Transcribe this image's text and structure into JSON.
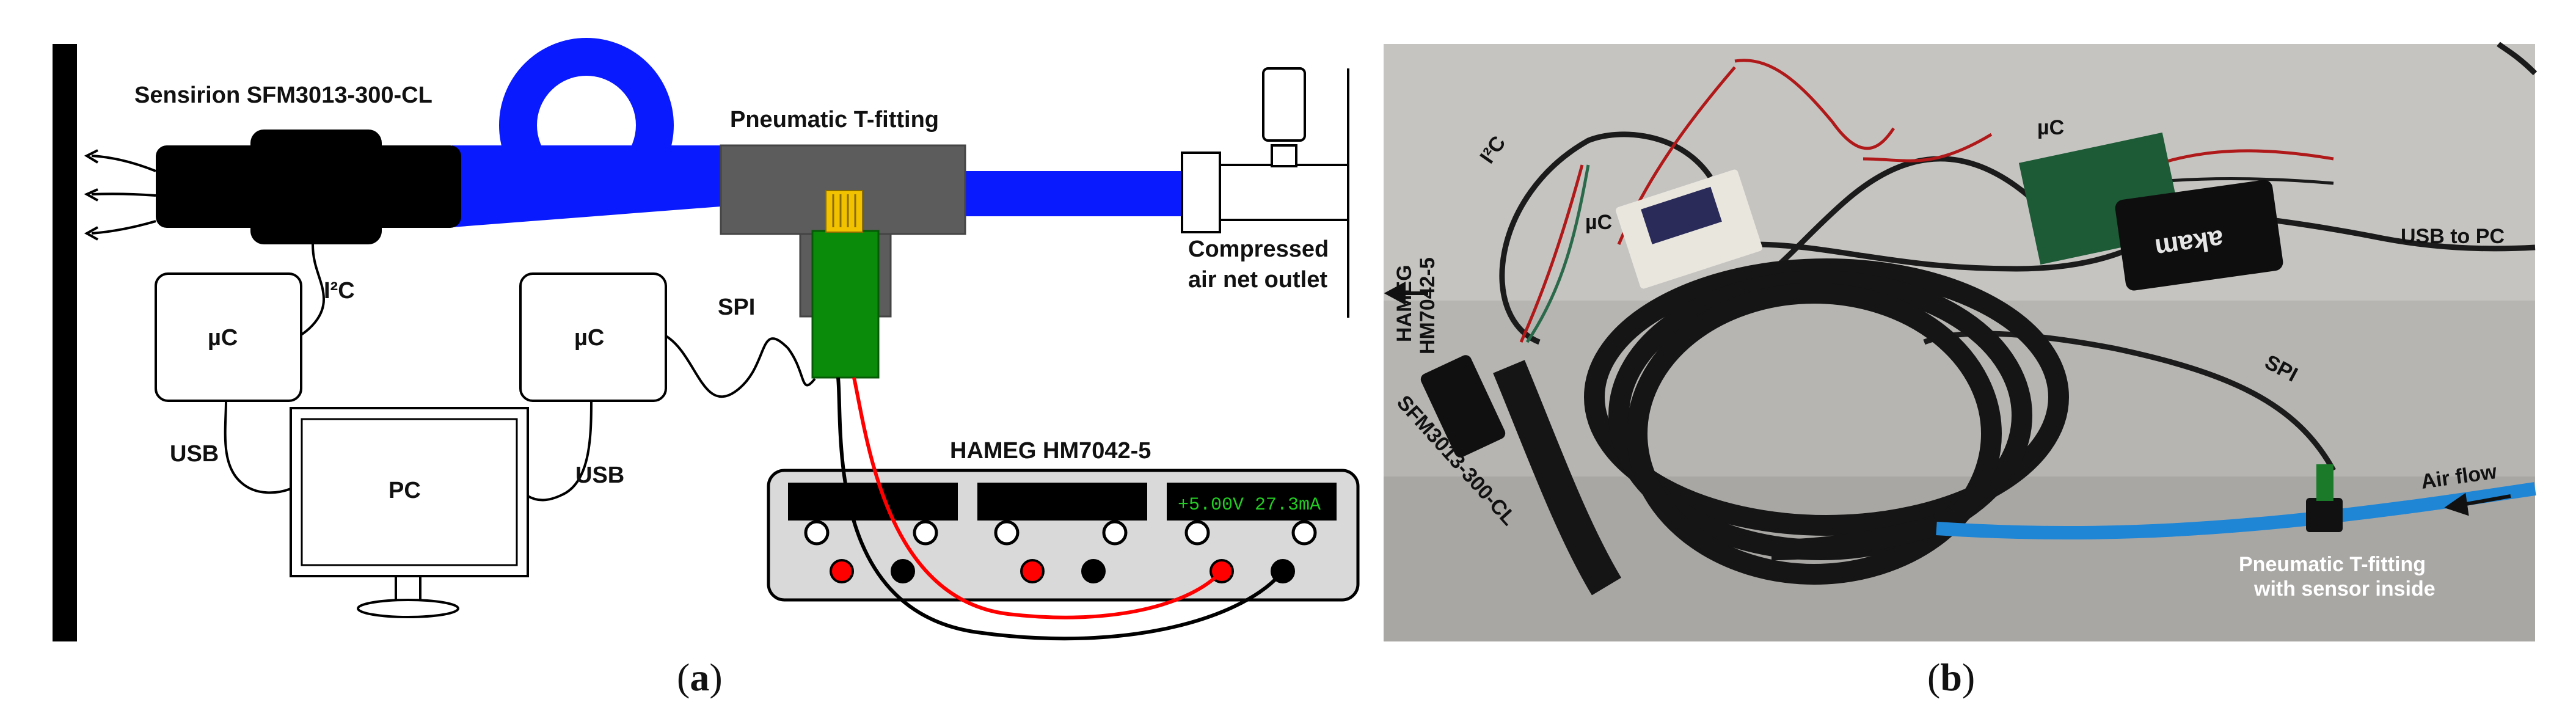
{
  "diagram": {
    "sensor_label": "Sensirion SFM3013-300-CL",
    "tfitting_label": "Pneumatic T-fitting",
    "outlet_label_line1": "Compressed",
    "outlet_label_line2": "air net outlet",
    "i2c_label": "I²C",
    "spi_label": "SPI",
    "uc_left_label": "µC",
    "uc_right_label": "µC",
    "usb_left_label": "USB",
    "usb_right_label": "USB",
    "pc_label": "PC",
    "psu_label": "HAMEG HM7042-5",
    "psu_display_text": "+5.00V  27.3mA",
    "caption": "a",
    "colors": {
      "tube": "#0a1aff",
      "sensor_body": "#000000",
      "tfitting": "#5c5c5c",
      "sensor_pcb": "#0a8c0a",
      "psu_body": "#d9d9d9",
      "wire_red": "#ff0000",
      "wire_black": "#000000",
      "display_text": "#22cc22"
    }
  },
  "photo": {
    "label_hameg_line1": "HAMEG",
    "label_hameg_line2": "HM7042-5",
    "label_i2c": "I²C",
    "label_uc_left": "µC",
    "label_uc_right": "µC",
    "label_usb": "USB to PC",
    "label_spi": "SPI",
    "label_sensor": "SFM3013-300-CL",
    "label_airflow": "Air flow",
    "label_tfitting_line1": "Pneumatic T-fitting",
    "label_tfitting_line2": "with sensor inside",
    "device_brand": "akam",
    "caption": "b"
  }
}
